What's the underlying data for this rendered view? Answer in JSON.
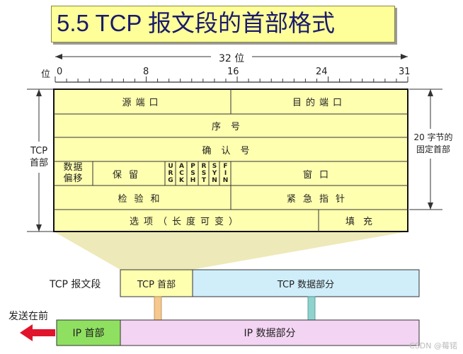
{
  "title": "5.5  TCP 报文段的首部格式",
  "ruler": {
    "width_label": "32 位",
    "bit_label": "位",
    "ticks": [
      "0",
      "8",
      "16",
      "24",
      "31"
    ]
  },
  "header_fields": {
    "source_port": "源端口",
    "dest_port": "目的端口",
    "seq_number": "序号",
    "ack_number": "确认号",
    "data_offset_line1": "数据",
    "data_offset_line2": "偏移",
    "reserved": "保留",
    "flags": [
      "URG",
      "ACK",
      "PSH",
      "RST",
      "SYN",
      "FIN"
    ],
    "window": "窗口",
    "checksum": "检验和",
    "urgent_pointer": "紧急指针",
    "options": "选项（长度可变）",
    "padding": "填充"
  },
  "side_labels": {
    "left_line1": "TCP",
    "left_line2": "首部",
    "right_line1": "20 字节的",
    "right_line2": "固定首部"
  },
  "bottom": {
    "segment_label": "TCP 报文段",
    "tcp_header": "TCP 首部",
    "tcp_data": "TCP 数据部分",
    "send_label": "发送在前",
    "ip_header": "IP 首部",
    "ip_data": "IP 数据部分"
  },
  "colors": {
    "header_fill": "#ffffb0",
    "tcp_data_fill": "#cfeefa",
    "ip_fill": "#f3d4f3",
    "arrow_orange": "#f7c88d",
    "arrow_teal": "#8fd3cf",
    "send_arrow_red": "#e0142b"
  },
  "watermark": "CSDN @莓锘"
}
